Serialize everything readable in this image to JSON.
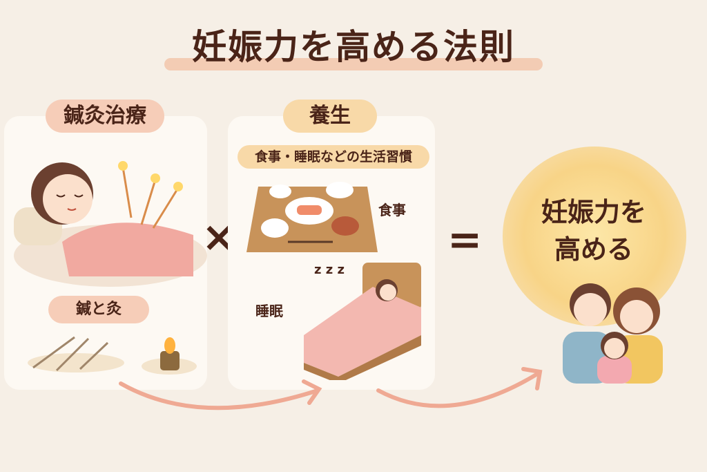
{
  "title": "妊娠力を高める法則",
  "left_panel": {
    "heading": "鍼灸治療",
    "sub_label": "鍼と灸"
  },
  "operator_multiply": "×",
  "middle_panel": {
    "heading": "養生",
    "subheading": "食事・睡眠などの生活習慣",
    "meal_label": "食事",
    "sleep_label": "睡眠",
    "sleep_zzz": "z z z"
  },
  "operator_equals": "=",
  "result": {
    "line1": "妊娠力を",
    "line2": "高める"
  },
  "colors": {
    "background": "#f6efe6",
    "pink_pill": "#f6cdb8",
    "peach_pill": "#f8d9a8",
    "arrow": "#efa993",
    "glow": "#f8d487"
  }
}
